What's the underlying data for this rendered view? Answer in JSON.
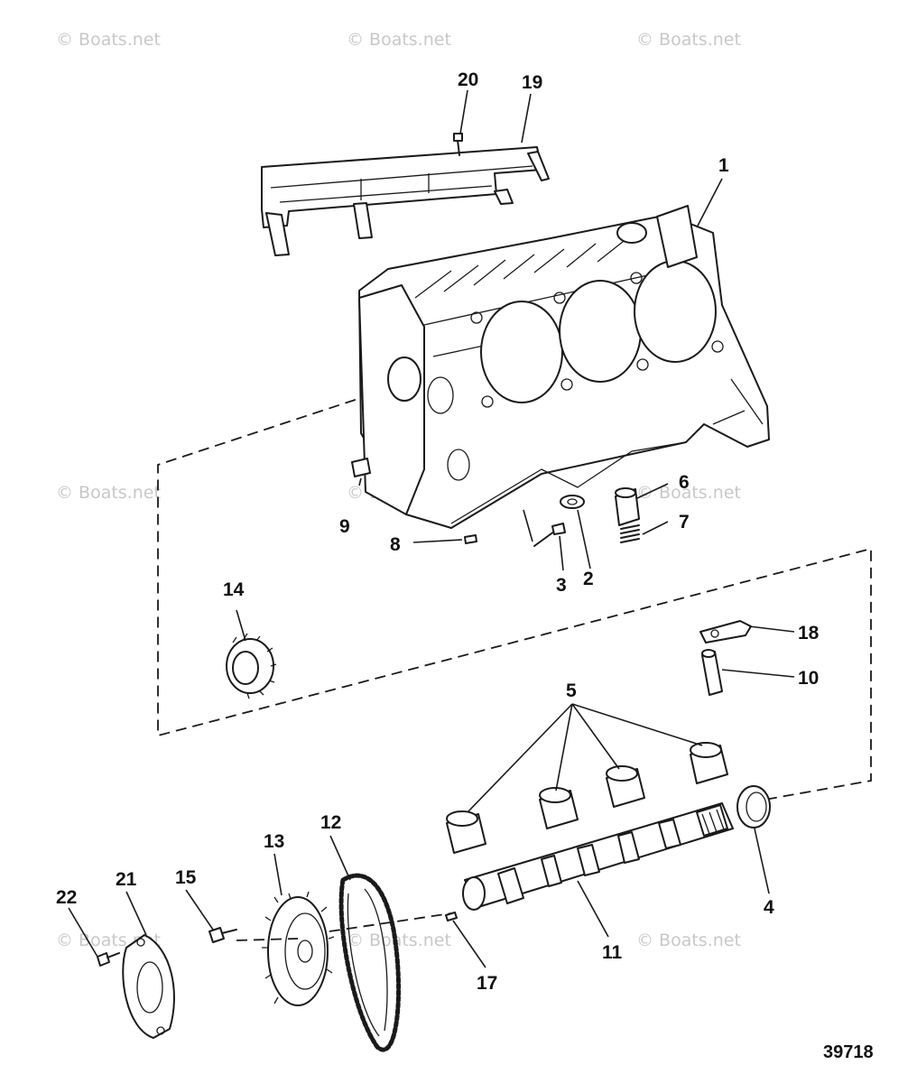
{
  "watermark": "© Boats.net",
  "figure_number": "39718",
  "callouts": {
    "c1": "1",
    "c2": "2",
    "c3": "3",
    "c4": "4",
    "c5": "5",
    "c6": "6",
    "c7": "7",
    "c8": "8",
    "c9": "9",
    "c10": "10",
    "c11": "11",
    "c12": "12",
    "c13": "13",
    "c14": "14",
    "c15": "15",
    "c17": "17",
    "c18": "18",
    "c19": "19",
    "c20": "20",
    "c21": "21",
    "c22": "22"
  }
}
